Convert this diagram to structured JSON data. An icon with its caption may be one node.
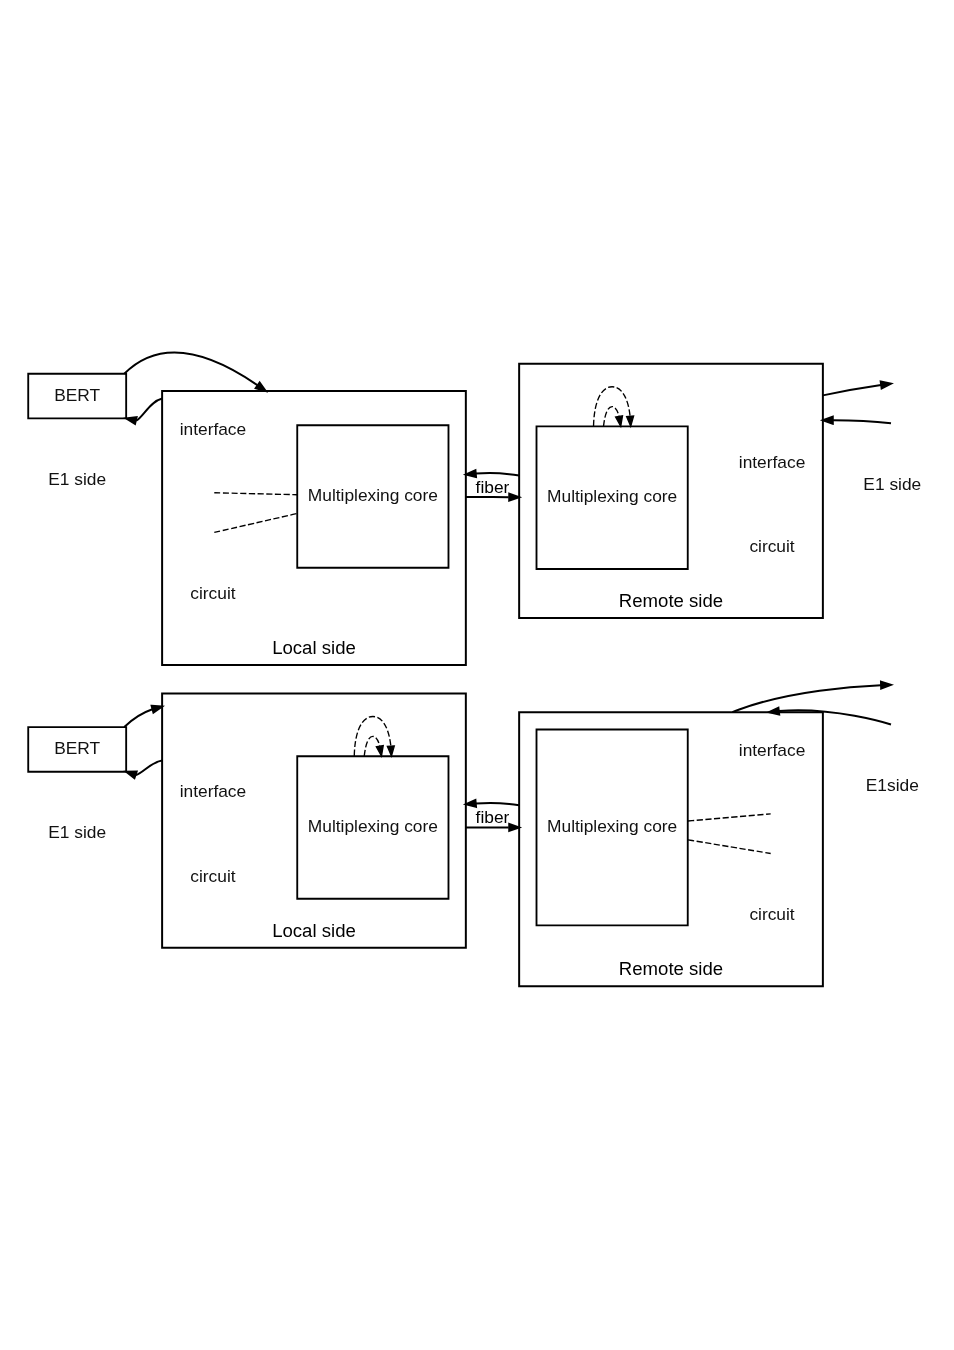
{
  "diagram": {
    "nodes": [
      {
        "text": [
          "BERT"
        ]
      },
      {
        "text": [
          "Local side"
        ]
      },
      {
        "text": [
          "Multiplexing core"
        ],
        "in": 1
      },
      {
        "text": [
          "Remote side"
        ]
      },
      {
        "text": [
          "Multiplexing core"
        ],
        "in": 3
      },
      {
        "text": [
          "BERT"
        ]
      },
      {
        "text": [
          "Local side"
        ]
      },
      {
        "text": [
          "Multiplexing core"
        ],
        "in": 6
      },
      {
        "text": [
          "Remote side"
        ]
      },
      {
        "text": [
          "Multiplexing core"
        ],
        "in": 8
      }
    ],
    "edges": [
      {
        "from": 0,
        "to": 1,
        "arrow": "to"
      },
      {
        "from": 1,
        "to": 0,
        "arrow": "to"
      },
      {
        "from": 1,
        "to": 3,
        "arrow": "to",
        "label": "fiber"
      },
      {
        "from": 3,
        "to": 1,
        "arrow": "to"
      },
      {
        "from": 3,
        "to": null,
        "arrow": "to"
      },
      {
        "from": null,
        "to": 3,
        "arrow": "to"
      },
      {
        "from": null,
        "to": 2,
        "arrow": "none",
        "style": "dashed"
      },
      {
        "from": null,
        "to": 2,
        "arrow": "none",
        "style": "dashed"
      },
      {
        "from": 4,
        "to": 4,
        "arrow": "to",
        "style": "dashed"
      },
      {
        "from": 4,
        "to": 4,
        "arrow": "to",
        "style": "dashed"
      },
      {
        "from": 5,
        "to": 6,
        "arrow": "to"
      },
      {
        "from": 6,
        "to": 5,
        "arrow": "to"
      },
      {
        "from": 6,
        "to": 8,
        "arrow": "to",
        "label": "fiber"
      },
      {
        "from": 8,
        "to": 6,
        "arrow": "to"
      },
      {
        "from": 8,
        "to": null,
        "arrow": "to"
      },
      {
        "from": null,
        "to": 8,
        "arrow": "to"
      },
      {
        "from": 7,
        "to": 7,
        "arrow": "to",
        "style": "dashed"
      },
      {
        "from": 7,
        "to": 7,
        "arrow": "to",
        "style": "dashed"
      },
      {
        "from": 9,
        "to": null,
        "arrow": "none",
        "style": "dashed"
      },
      {
        "from": 9,
        "to": null,
        "arrow": "none",
        "style": "dashed"
      }
    ],
    "labels": [
      "interface",
      "circuit",
      "E1 side",
      "interface",
      "circuit",
      "E1 side",
      "interface",
      "circuit",
      "E1 side",
      "interface",
      "circuit",
      "E1side"
    ]
  }
}
